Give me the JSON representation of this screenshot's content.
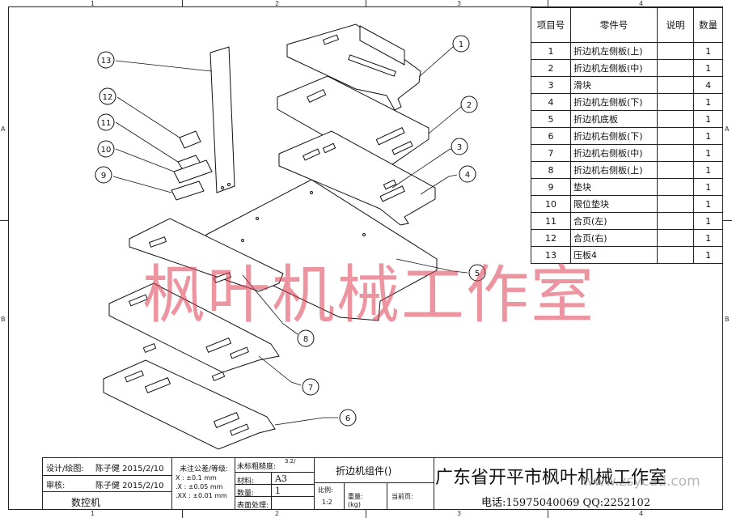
{
  "zones": {
    "top": [
      "1",
      "2",
      "3",
      "4"
    ],
    "left": [
      "A",
      "B"
    ]
  },
  "bom": {
    "headers": [
      "项目号",
      "零件号",
      "说明",
      "数量"
    ],
    "rows": [
      {
        "no": "1",
        "name": "折边机左侧板(上)",
        "desc": "",
        "qty": "1"
      },
      {
        "no": "2",
        "name": "折边机左侧板(中)",
        "desc": "",
        "qty": "1"
      },
      {
        "no": "3",
        "name": "滑块",
        "desc": "",
        "qty": "4"
      },
      {
        "no": "4",
        "name": "折边机左侧板(下)",
        "desc": "",
        "qty": "1"
      },
      {
        "no": "5",
        "name": "折边机底板",
        "desc": "",
        "qty": "1"
      },
      {
        "no": "6",
        "name": "折边机右侧板(下)",
        "desc": "",
        "qty": "1"
      },
      {
        "no": "7",
        "name": "折边机右侧板(中)",
        "desc": "",
        "qty": "1"
      },
      {
        "no": "8",
        "name": "折边机右侧板(上)",
        "desc": "",
        "qty": "1"
      },
      {
        "no": "9",
        "name": "垫块",
        "desc": "",
        "qty": "1"
      },
      {
        "no": "10",
        "name": "限位垫块",
        "desc": "",
        "qty": "1"
      },
      {
        "no": "11",
        "name": "合页(左)",
        "desc": "",
        "qty": "1"
      },
      {
        "no": "12",
        "name": "合页(右)",
        "desc": "",
        "qty": "1"
      },
      {
        "no": "13",
        "name": "压板4",
        "desc": "",
        "qty": "1"
      }
    ]
  },
  "balloons": [
    "1",
    "2",
    "3",
    "4",
    "5",
    "6",
    "7",
    "8",
    "9",
    "10",
    "11",
    "12",
    "13"
  ],
  "watermark": "枫叶机械工作室",
  "title_block": {
    "design_label": "设计/绘图:",
    "design_value": "陈子健 2015/2/10",
    "review_label": "审核:",
    "review_value": "陈子健 2015/2/10",
    "cnc": "数控机",
    "tol_title": "未注公差/等级:",
    "tol_1": "X   :  ±0.1 mm",
    "tol_2": ".X   :  ±0.05 mm",
    "tol_3": ".XX :  ±0.01 mm",
    "roughness_label": "未标粗糙度:",
    "roughness_value": "3.2/",
    "material_label": "材料:",
    "material_value": "A3",
    "qty_label": "数量:",
    "qty_value": "1",
    "surface_label": "表面处理:",
    "drawing_title": "折边机组件()",
    "scale_label": "比例:",
    "scale_value": "1:2",
    "weight_label": "重量:",
    "weight_unit": "(kg)",
    "page_label": "当前页:",
    "company": "广东省开平市枫叶机械工作室",
    "phone": "电话:15975040069  QQ:2252102",
    "site_watermark": "www.zsycad.com"
  }
}
